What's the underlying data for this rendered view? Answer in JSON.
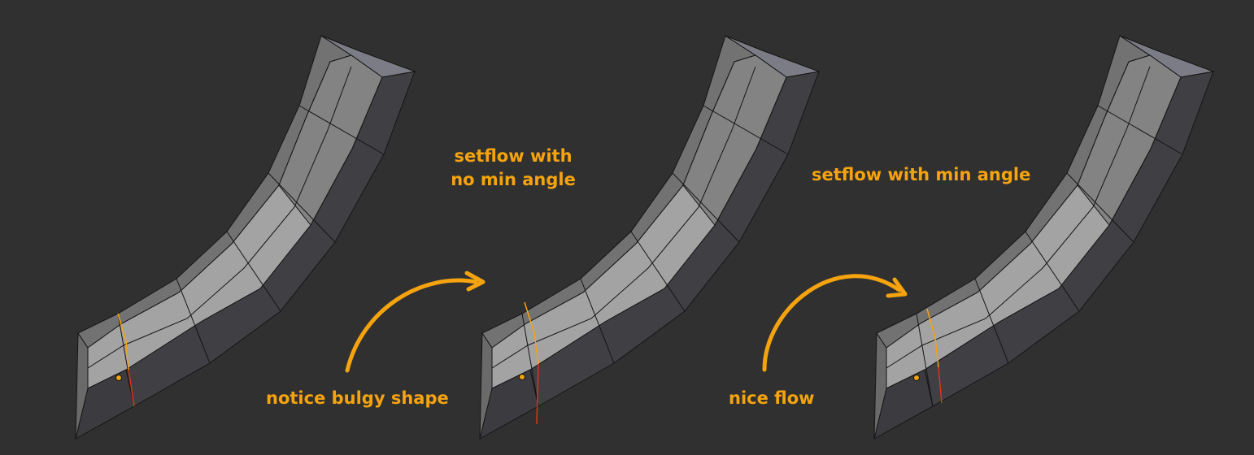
{
  "annotations": {
    "no_min_angle": {
      "line1": "setflow with",
      "line2": "no min angle"
    },
    "bulgy": "notice bulgy shape",
    "min_angle": "setflow with min angle",
    "nice_flow": "nice flow"
  },
  "colors": {
    "background": "#303030",
    "annotation": "#f5a30f",
    "face_light": "#a3a3a3",
    "face_mid": "#7a7a7a",
    "face_dark": "#3f3f44",
    "edge": "#151515",
    "selected_edge_orange": "#f5a30f",
    "selected_edge_red": "#e0321c"
  },
  "icons": {
    "arrow": "curved-arrow-icon",
    "origin": "object-origin-dot-icon"
  }
}
